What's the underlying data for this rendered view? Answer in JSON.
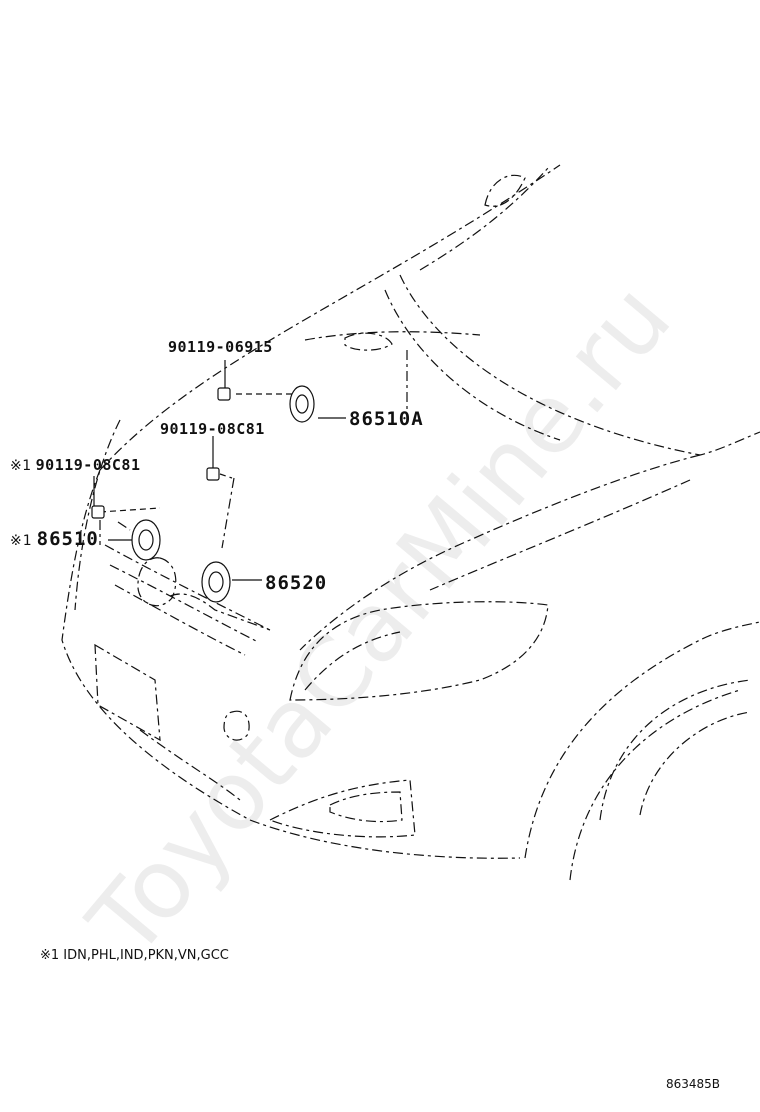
{
  "watermark": "ToyotaCarMine.ru",
  "callouts": {
    "bolt_upper": "90119-06915",
    "horn_high": "86510A",
    "bolt_middle": "90119-08C81",
    "bolt_lower": "90119-08C81",
    "horn_main": "86510",
    "horn_low": "86520"
  },
  "marker": "※1",
  "footnote": "※1 IDN,PHL,IND,PKN,VN,GCC",
  "diagram_id": "863485B",
  "colors": {
    "line": "#111111",
    "watermark": "#e2e2e2"
  }
}
